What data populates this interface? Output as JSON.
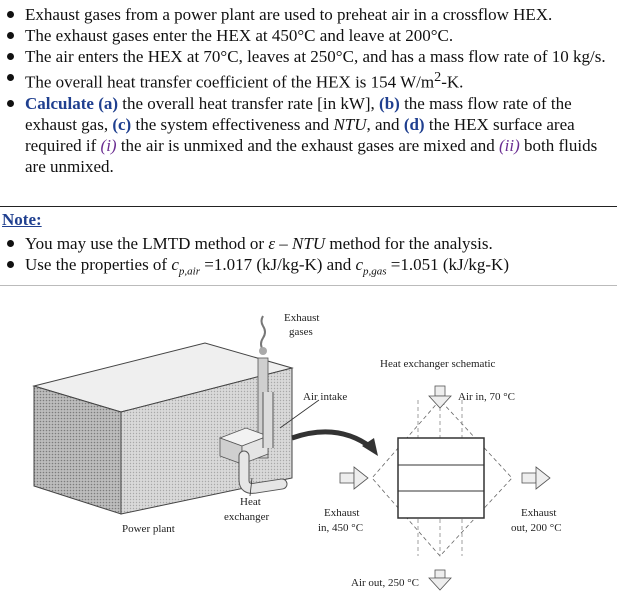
{
  "problem": {
    "item1": "Exhaust gases from a power plant are used to preheat air in a crossflow HEX.",
    "item2": "The exhaust gases enter the HEX at 450°C and leave at 200°C.",
    "item3": "The air enters the HEX at 70°C, leaves at 250°C, and has a mass flow rate of 10 kg/s.",
    "item4_text": "The overall heat transfer coefficient of the HEX is 154 W/m",
    "item4_sup": "2",
    "item4_tail": "-K.",
    "item5": {
      "calculate": "Calculate",
      "a": "(a)",
      "a_text": " the overall heat transfer rate [in kW], ",
      "b": "(b)",
      "b_text": " the mass flow rate of the exhaust gas, ",
      "c": "(c)",
      "c_text": " the system effectiveness and ",
      "ntu": "NTU",
      "c_tail": ", and ",
      "d": "(d)",
      "d_text": " the HEX surface area required if ",
      "i": "(i)",
      "i_text": " the air is unmixed and the exhaust gases are mixed and ",
      "ii": "(ii)",
      "ii_text": " both fluids are unmixed."
    }
  },
  "note": {
    "heading": "Note:",
    "item1_text": "You may use the LMTD method or ",
    "item1_math": "ε – NTU",
    "item1_tail": "  method for the analysis.",
    "item2_text": "Use the properties of ",
    "cp_air_c": "c",
    "cp_air_sub": "p,air",
    "cp_air_val": " =1.017 (kJ/kg-K) and ",
    "cp_gas_c": "c",
    "cp_gas_sub": "p,gas",
    "cp_gas_val": " =1.051 (kJ/kg-K)"
  },
  "figure": {
    "exhaust_gases_1": "Exhaust",
    "exhaust_gases_2": "gases",
    "air_intake": "Air intake",
    "heat_exchanger_1": "Heat",
    "heat_exchanger_2": "exchanger",
    "power_plant": "Power plant",
    "schematic_title": "Heat exchanger schematic",
    "air_in": "Air in, 70 °C",
    "exhaust_in_1": "Exhaust",
    "exhaust_in_2": "in, 450 °C",
    "exhaust_out_1": "Exhaust",
    "exhaust_out_2": "out, 200 °C",
    "air_out": "Air out, 250 °C"
  }
}
